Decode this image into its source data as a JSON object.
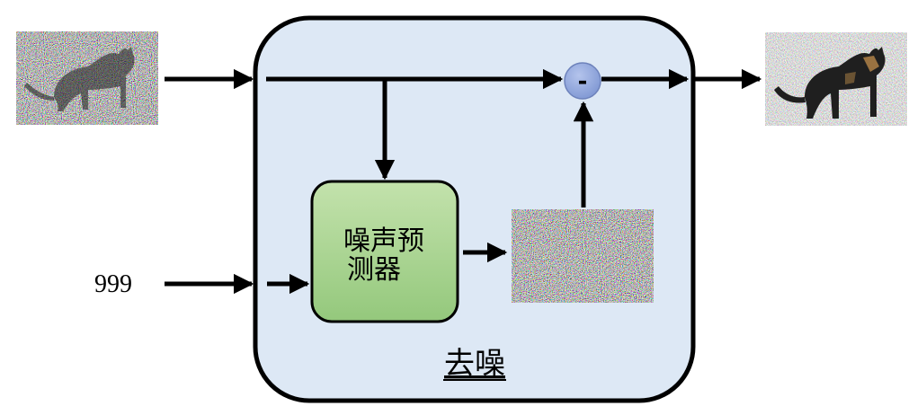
{
  "diagram": {
    "timestep_input": "999",
    "module_title": "去噪",
    "predictor_label_line1": "噪声预",
    "predictor_label_line2": "测器",
    "subtract_symbol": "-"
  },
  "images": {
    "noisy_input": "noisy-cat-image",
    "predicted_noise": "noise-image",
    "denoised_output": "denoised-cat-image"
  },
  "colors": {
    "module_fill": "#dde8f5",
    "module_stroke": "#000000",
    "predictor_fill_top": "#bfe0a8",
    "predictor_fill_bottom": "#93c77a",
    "subtract_fill": "#8fa5d8",
    "arrow": "#000000"
  }
}
